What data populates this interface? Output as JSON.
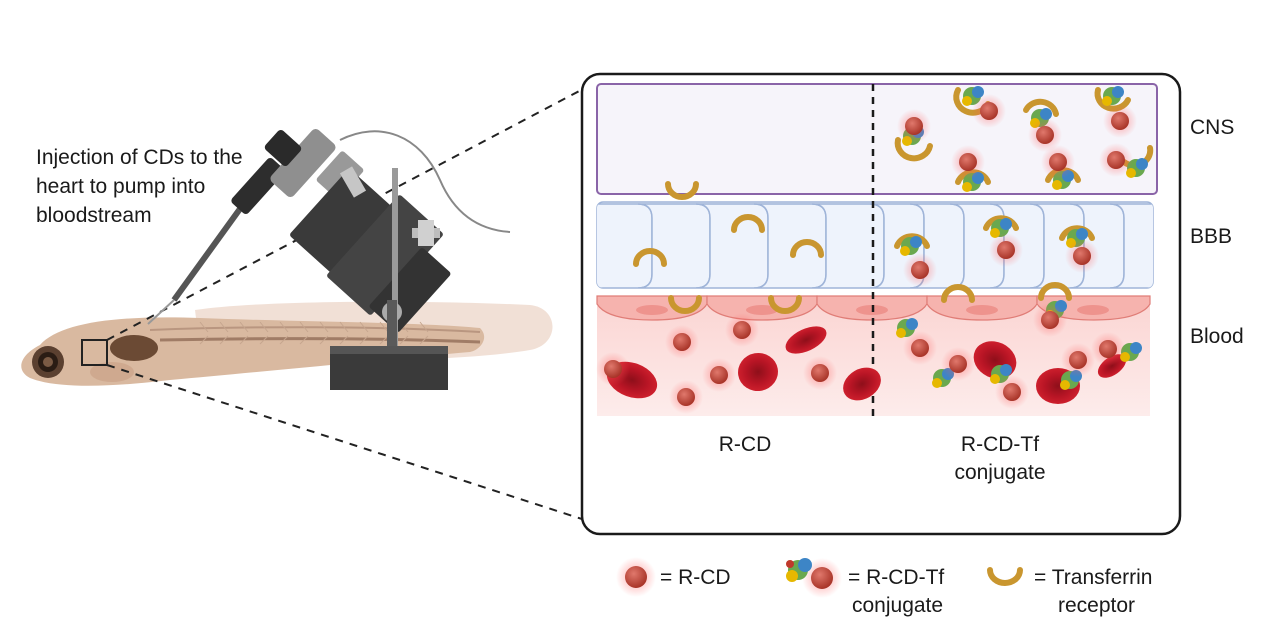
{
  "injection_label": "Injection of CDs to the heart to pump into  bloodstream",
  "layer_labels": {
    "cns": "CNS",
    "bbb": "BBB",
    "blood": "Blood"
  },
  "captions": {
    "left": "R-CD",
    "right_line1": "R-CD-Tf",
    "right_line2": "conjugate"
  },
  "legend": {
    "rcd": "= R-CD",
    "conj_line1": "= R-CD-Tf",
    "conj_line2": "conjugate",
    "receptor_line1": "= Transferrin",
    "receptor_line2": "receptor"
  },
  "colors": {
    "cns_border": "#8a64a8",
    "bbb_fill": "#e9f0fb",
    "bbb_border": "#9fb4d8",
    "blood_fill": "#fbe1e1",
    "endothelium": "#f6b3ae",
    "rbc": "#c8192a",
    "cd_dot": "#c44a3e",
    "receptor": "#c9962f",
    "stand": "#3a3a3a",
    "fish": "#d9b9a0"
  }
}
